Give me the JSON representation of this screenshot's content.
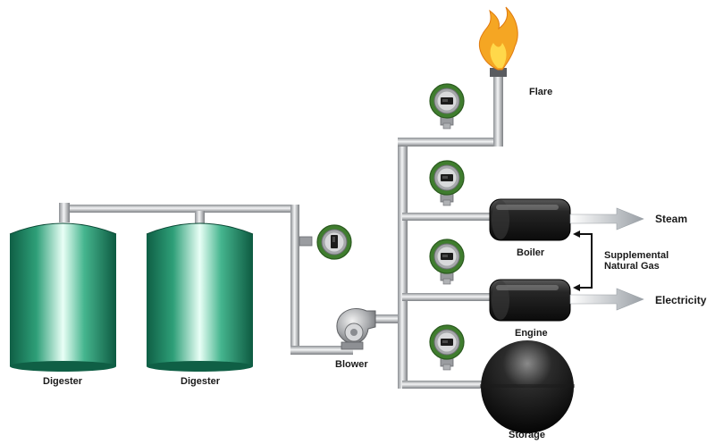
{
  "labels": {
    "digester_left": "Digester",
    "digester_right": "Digester",
    "blower": "Blower",
    "flare": "Flare",
    "boiler": "Boiler",
    "engine": "Engine",
    "storage": "Storage",
    "steam": "Steam",
    "electricity": "Electricity",
    "supplemental_line1": "Supplemental",
    "supplemental_line2": "Natural Gas"
  },
  "icons": {
    "meter": "flow-meter-icon",
    "flame": "flame-icon",
    "arrow": "arrow-right-icon"
  },
  "colors": {
    "pipe": "#c7c9cc",
    "tank": "#2e9f78",
    "meter_ring": "#4f8f3a",
    "flame": "#f5a623",
    "vessel": "#1c1c1c"
  }
}
